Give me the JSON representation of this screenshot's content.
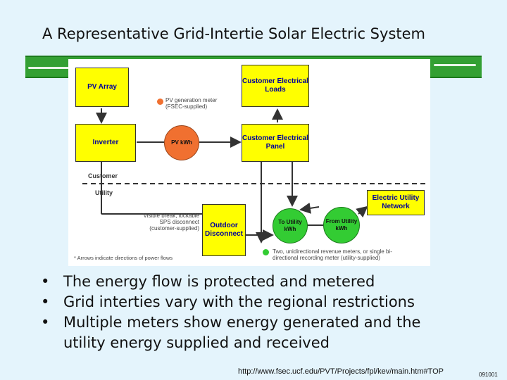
{
  "slide": {
    "title": "A Representative Grid-Intertie Solar Electric System"
  },
  "diagram": {
    "boxes": {
      "pv_array": "PV Array",
      "inverter": "Inverter",
      "customer_loads": "Customer Electrical Loads",
      "customer_panel": "Customer Electrical Panel",
      "outdoor_disconnect": "Outdoor Disconnect",
      "utility_network": "Electric Utility Network"
    },
    "meters": {
      "pv_kwh": "PV kWh",
      "to_utility": "To Utility kWh",
      "from_utility": "From Utility kWh"
    },
    "labels": {
      "customer": "Customer",
      "utility": "Utility"
    },
    "notes": {
      "pv_meter_line1": "PV generation meter",
      "pv_meter_line2": "(FSEC-supplied)",
      "disconnect_line1": "Visible break, lockable",
      "disconnect_line2": "SPS disconnect",
      "disconnect_line3": "(customer-supplied)",
      "arrows": "* Arrows indicate directions of power flows",
      "revenue_line1": "Two, unidirectional revenue meters, or single bi-",
      "revenue_line2": "directional recording meter (utility-supplied)"
    },
    "colors": {
      "box_fill": "#ffff00",
      "pv_meter": "#f07030",
      "utility_meter": "#33cc33",
      "line": "#333333"
    }
  },
  "bullets": [
    "The energy flow is protected and metered",
    "Grid interties vary with the regional restrictions",
    "Multiple meters show energy generated and the",
    "utility energy supplied and received"
  ],
  "footer": {
    "url": "http://www.fsec.ucf.edu/PVT/Projects/fpl/kev/main.htm#TOP",
    "code": "091001"
  }
}
